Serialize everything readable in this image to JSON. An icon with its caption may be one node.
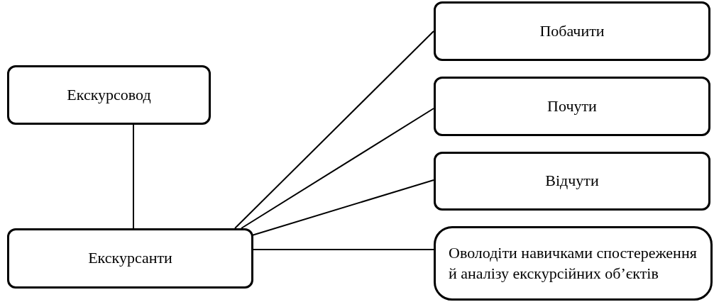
{
  "diagram": {
    "nodes": [
      {
        "text": [
          "Екскурсовод"
        ]
      },
      {
        "text": [
          "Екскурсанти"
        ]
      },
      {
        "text": [
          "Побачити"
        ]
      },
      {
        "text": [
          "Почути"
        ]
      },
      {
        "text": [
          "Відчути"
        ]
      },
      {
        "text": [
          "Оволодіти навичками спостереження й аналізу екскурсійних об’єктів"
        ]
      }
    ],
    "edges": [
      {
        "from": 0,
        "to": 1,
        "arrow": "none"
      },
      {
        "from": 1,
        "to": 2,
        "arrow": "none"
      },
      {
        "from": 1,
        "to": 3,
        "arrow": "none"
      },
      {
        "from": 1,
        "to": 4,
        "arrow": "none"
      },
      {
        "from": 1,
        "to": 5,
        "arrow": "none"
      }
    ]
  }
}
